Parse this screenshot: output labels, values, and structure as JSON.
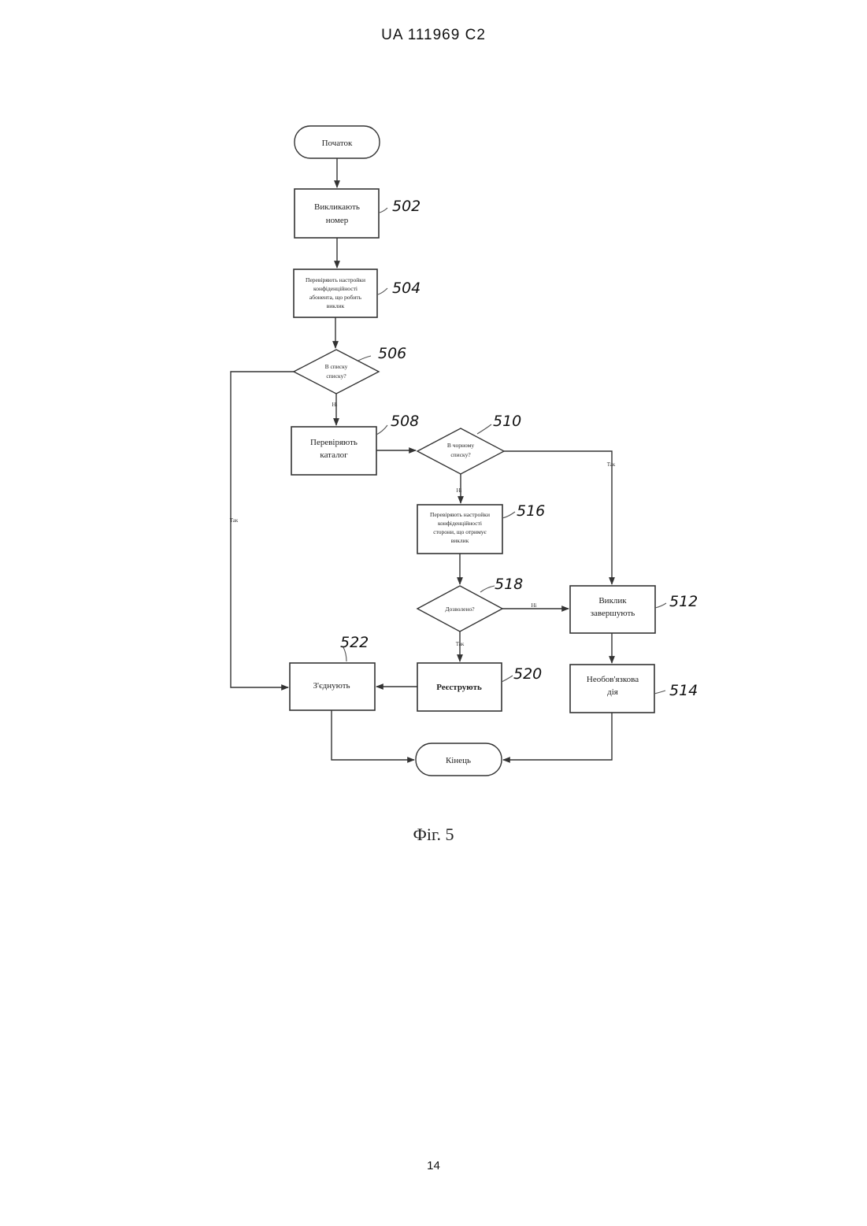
{
  "header": "UA   111969   C2",
  "caption": "Фіг. 5",
  "page_number": "14",
  "nodes": {
    "start": "Початок",
    "n502": [
      "Викликають",
      "номер"
    ],
    "n504": [
      "Перевіряють настройки",
      "конфіденційності",
      "абонента, що робить",
      "виклик"
    ],
    "n506": [
      "В списку",
      "списку?"
    ],
    "n508": [
      "Перевіряють",
      "каталог"
    ],
    "n510": [
      "В чорному",
      "списку?"
    ],
    "n516": [
      "Перевіряють настройки",
      "конфіденційності",
      "сторони, що отримує",
      "виклик"
    ],
    "n518": "Дозволено?",
    "n512": [
      "Виклик",
      "завершують"
    ],
    "n514": [
      "Необов'язкова",
      "дія"
    ],
    "n520": "Реєструють",
    "n522": "З'єднують",
    "end": "Кінець"
  },
  "refs": {
    "r502": "502",
    "r504": "504",
    "r506": "506",
    "r508": "508",
    "r510": "510",
    "r512": "512",
    "r514": "514",
    "r516": "516",
    "r518": "518",
    "r520": "520",
    "r522": "522"
  },
  "edge_labels": {
    "yes_left": "Так",
    "no_506": "Ні",
    "yes_510": "Так",
    "no_510": "Ні",
    "no_518": "Ні",
    "yes_518": "Так"
  }
}
